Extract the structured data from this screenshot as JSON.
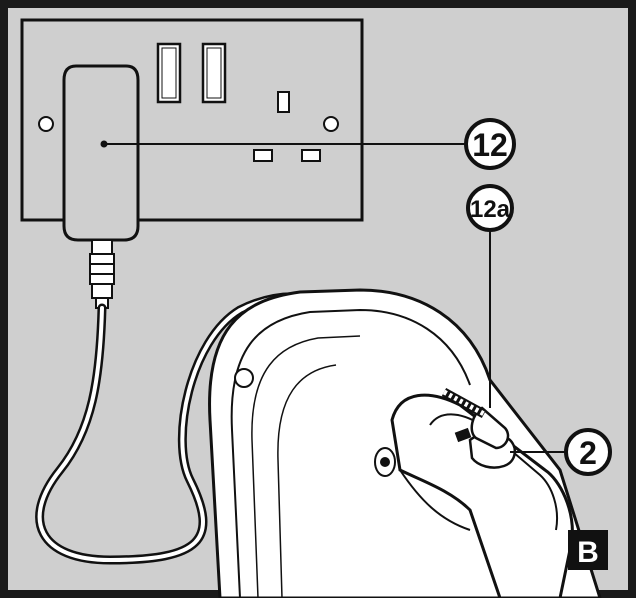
{
  "figure": {
    "callouts": {
      "adapter": "12",
      "plug": "12a",
      "socket": "2"
    },
    "panel_label": "B"
  },
  "colors": {
    "frame": "#1a1a1a",
    "wall": "#cfcfcf",
    "line": "#111111",
    "fill": "#ffffff"
  }
}
